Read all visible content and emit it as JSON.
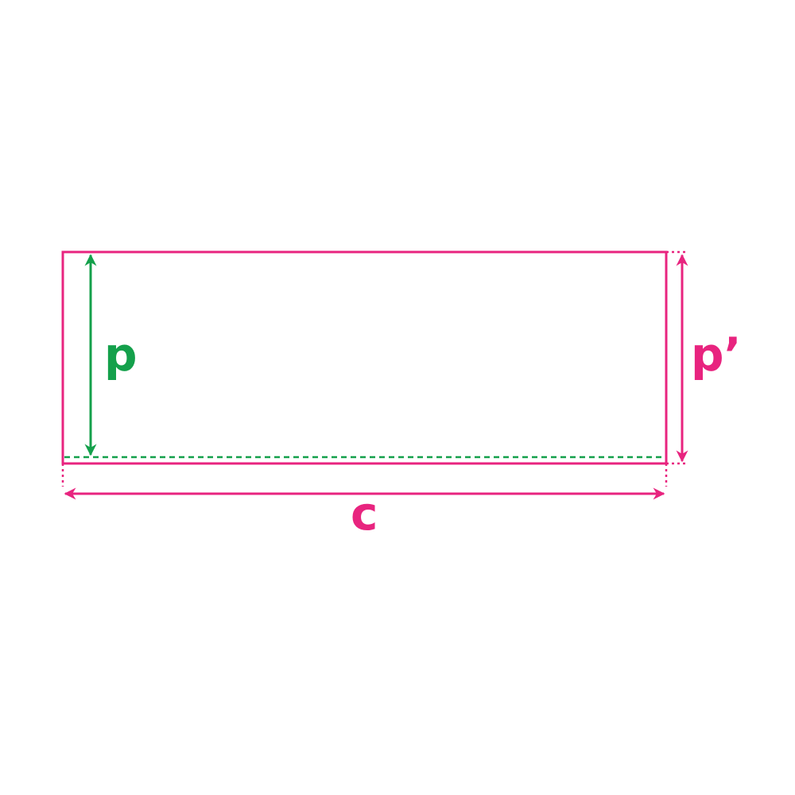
{
  "labels": {
    "p": "p",
    "p_prime": "p’",
    "c": "c"
  },
  "colors": {
    "pink": "#e8247f",
    "green": "#14a04b"
  }
}
